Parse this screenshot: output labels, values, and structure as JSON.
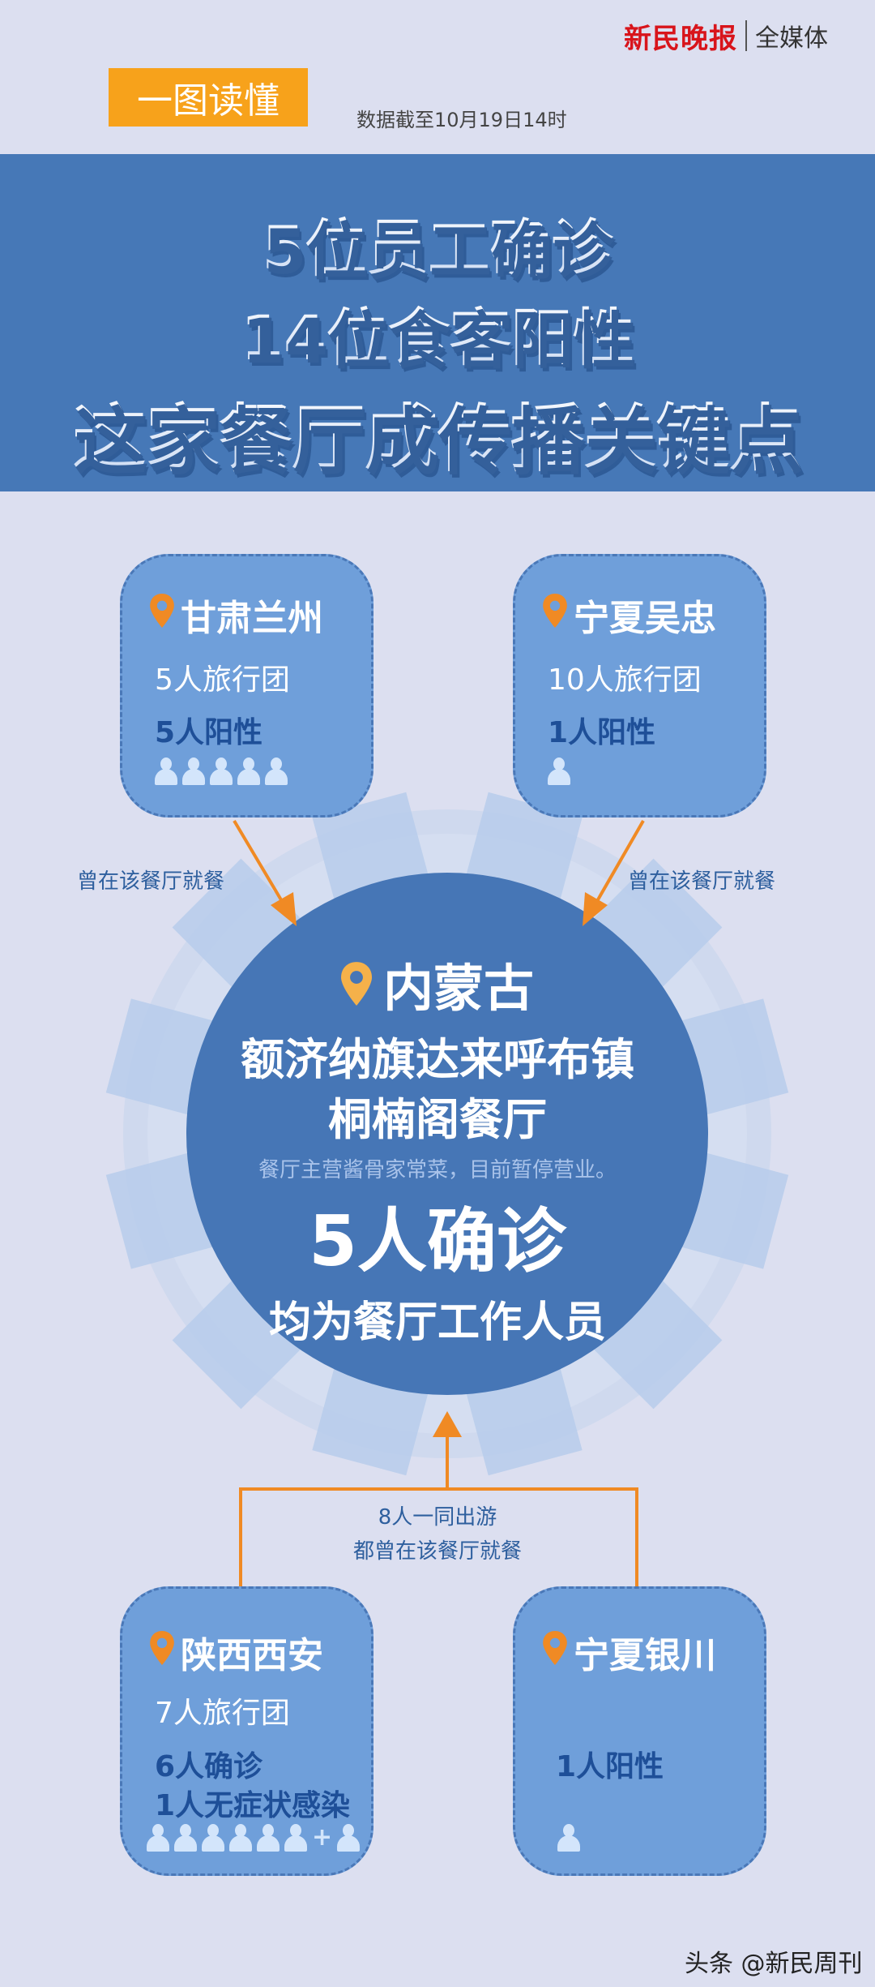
{
  "header": {
    "logo_main": "新民晚报",
    "logo_sub": "全媒体",
    "tag": "一图读懂",
    "date_note": "数据截至10月19日14时"
  },
  "title": {
    "line1": "5位员工确诊",
    "line2": "14位食客阳性",
    "line3": "这家餐厅成传播关键点"
  },
  "colors": {
    "background": "#dcdff0",
    "banner": "#4678b7",
    "card": "#6f9fda",
    "accent": "#f08a24",
    "dark_text": "#1e4f98",
    "tag": "#f7a21b"
  },
  "cards": [
    {
      "location": "甘肃兰州",
      "group": "5人旅行团",
      "result": "5人阳性",
      "persons": 5
    },
    {
      "location": "宁夏吴忠",
      "group": "10人旅行团",
      "result": "1人阳性",
      "persons": 1
    },
    {
      "location": "陕西西安",
      "group": "7人旅行团",
      "result": "6人确诊",
      "result2": "1人无症状感染",
      "persons": 6,
      "plus": "+",
      "extra_persons": 1
    },
    {
      "location": "宁夏银川",
      "result": "1人阳性",
      "persons": 1
    }
  ],
  "edges": {
    "left_label": "曾在该餐厅就餐",
    "right_label": "曾在该餐厅就餐",
    "bottom_line1": "8人一同出游",
    "bottom_line2": "都曾在该餐厅就餐"
  },
  "center": {
    "region": "内蒙古",
    "town": "额济纳旗达来呼布镇",
    "restaurant": "桐楠阁餐厅",
    "note": "餐厅主营酱骨家常菜，目前暂停营业。",
    "count": "5人确诊",
    "detail": "均为餐厅工作人员"
  },
  "watermark": "头条 @新民周刊"
}
